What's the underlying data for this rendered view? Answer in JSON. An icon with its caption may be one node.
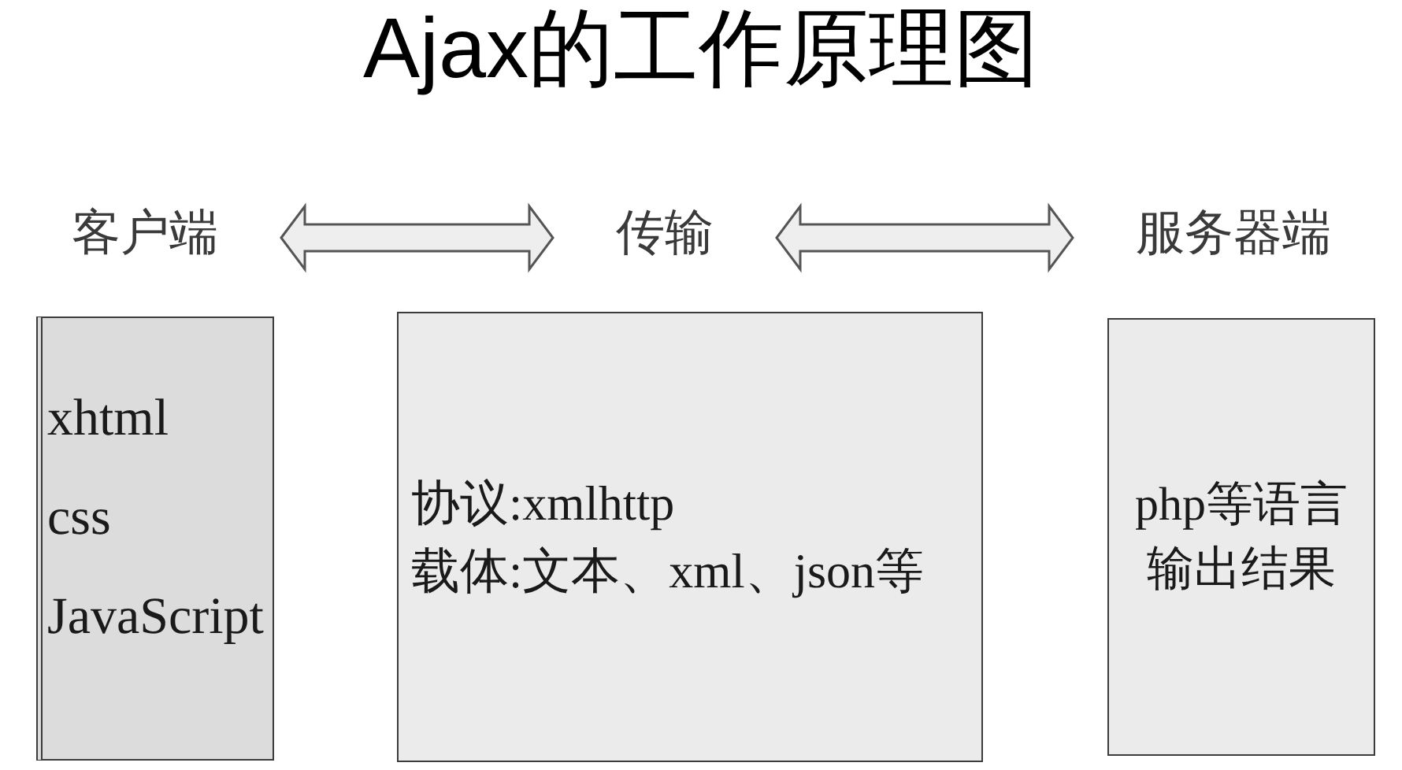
{
  "diagram": {
    "title": "Ajax的工作原理图",
    "nodes": [
      {
        "text": [
          "客户端"
        ]
      },
      {
        "text": [
          "传输"
        ]
      },
      {
        "text": [
          "服务器端"
        ]
      },
      {
        "text": [
          "xhtml",
          "css",
          "JavaScript"
        ]
      },
      {
        "text": [
          "协议:xmlhttp",
          "载体:文本、xml、json等"
        ]
      },
      {
        "text": [
          "php等语言输出结果"
        ]
      }
    ],
    "edges": [
      {
        "from": 0,
        "to": 1,
        "arrow": "both"
      },
      {
        "from": 1,
        "to": 2,
        "arrow": "both"
      }
    ]
  }
}
